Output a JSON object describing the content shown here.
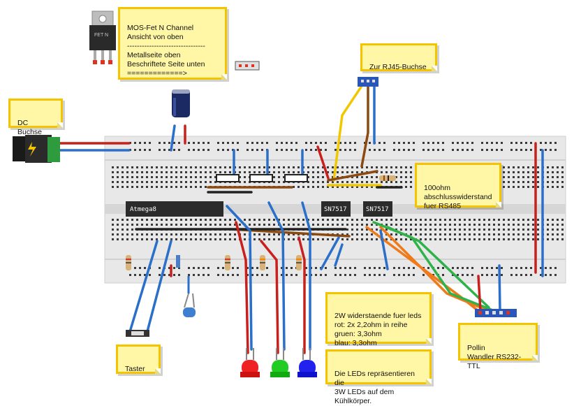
{
  "notes": {
    "mosfet": "MOS-Fet N Channel\nAnsicht von oben\n--------------------------------\nMetallseite oben\nBeschriftete Seite unten\n=============>",
    "rj45": "Zur RJ45-Buchse",
    "dc": "DC Buchse",
    "term": "100ohm\nabschlusswiderstand\nfuer RS485",
    "resistors": "2W widerstaende fuer leds\nrot: 2x 2,2ohm in reihe\ngruen: 3,3ohm\nblau: 3,3ohm",
    "leds": "Die LEDs repräsentieren die\n3W LEDs auf dem Kühlkörper.",
    "pollin": "Pollin\nWandler RS232-TTL",
    "taster": "Taster"
  },
  "chips": {
    "atmega": "Atmega8",
    "sn1": "SN7517",
    "sn2": "SN7517"
  },
  "mosfet_body_label": "FET N",
  "colors": {
    "note_fill": "#fff7a6",
    "note_border": "#f5c400",
    "board": "#e6e6e6",
    "hole": "#3a3a3a",
    "green_hole": "#6fc03c",
    "wire_red": "#c8201c",
    "wire_blue": "#2a6fc9",
    "wire_brown": "#8a4a12",
    "wire_yellow": "#f0c800",
    "wire_orange": "#f07a1a",
    "wire_green": "#2fb24a",
    "wire_black": "#222222"
  }
}
